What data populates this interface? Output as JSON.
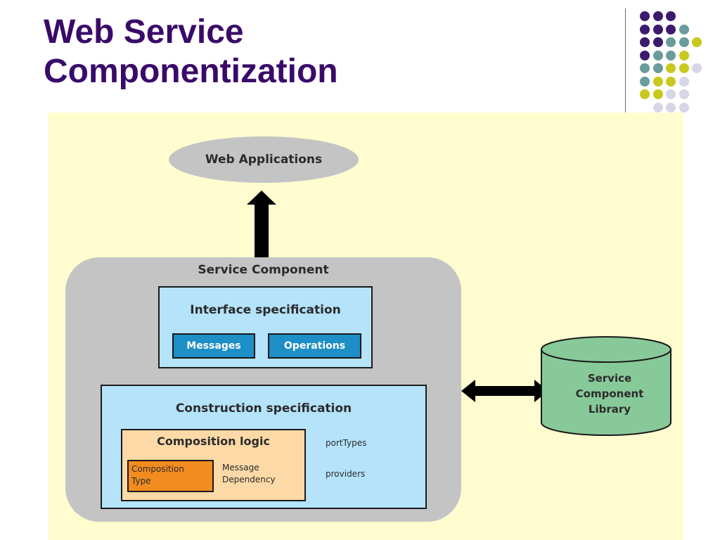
{
  "title": {
    "line1": "Web Service",
    "line2": "Componentization"
  },
  "colors": {
    "title": "#3a0a6a",
    "panel_background": "#fffdd0",
    "ellipse": "#c4c4c4",
    "service_component": "#c4c4c4",
    "spec_box": "#b4e3fa",
    "buttons": "#1d8ec6",
    "composition_logic": "#fcd9a6",
    "composition_type": "#f28c1e",
    "library": "#88c99a",
    "dots": [
      "#3c1a6e",
      "#6a9c9c",
      "#c8c81e",
      "#d6d6e6"
    ]
  },
  "diagram": {
    "web_applications": "Web Applications",
    "service_component": "Service Component",
    "interface_specification": {
      "label": "Interface specification",
      "items": [
        "Messages",
        "Operations"
      ]
    },
    "construction_specification": {
      "label": "Construction specification",
      "composition_logic": {
        "label": "Composition logic",
        "composition_type": {
          "line1": "Composition",
          "line2": "Type"
        },
        "message_dependency": {
          "line1": "Message",
          "line2": "Dependency"
        }
      },
      "port_types": "portTypes",
      "providers": "providers"
    },
    "library": {
      "line1": "Service",
      "line2": "Component",
      "line3": "Library"
    },
    "connections": [
      {
        "from": "service-component",
        "to": "web-applications",
        "arrow": "single"
      },
      {
        "from": "service-component",
        "to": "service-component-library",
        "arrow": "double"
      }
    ]
  }
}
